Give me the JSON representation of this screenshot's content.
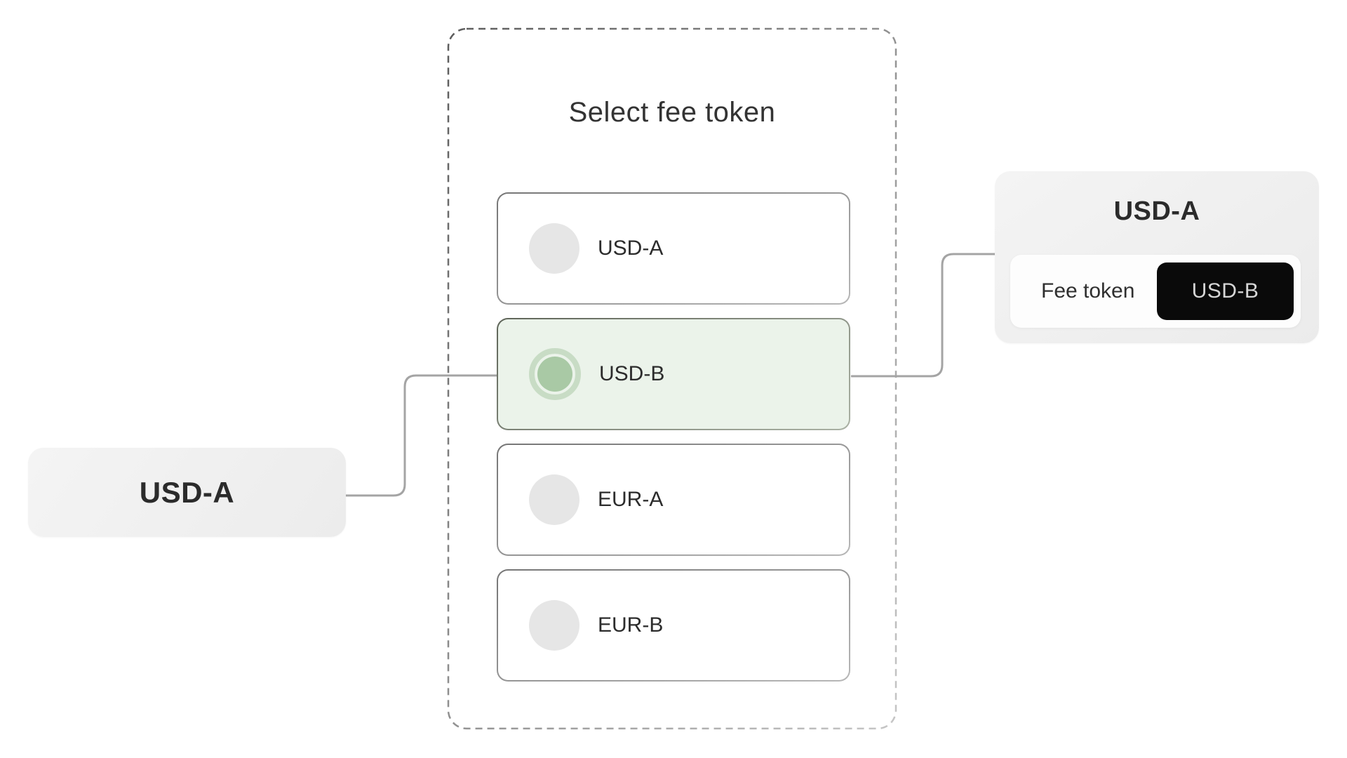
{
  "selector": {
    "title": "Select fee token",
    "options": [
      {
        "label": "USD-A",
        "selected": false
      },
      {
        "label": "USD-B",
        "selected": true
      },
      {
        "label": "EUR-A",
        "selected": false
      },
      {
        "label": "EUR-B",
        "selected": false
      }
    ]
  },
  "source_card": {
    "label": "USD-A"
  },
  "result_card": {
    "title": "USD-A",
    "fee_label": "Fee token",
    "fee_value": "USD-B"
  },
  "colors": {
    "selected_fill": "#ebf3ea",
    "radio_ring": "#c8dcc5",
    "radio_dot": "#a9c9a5",
    "badge_bg": "#0a0a0a",
    "badge_text": "#d6d6d6",
    "connector": "#a4a4a4",
    "dash_dark": "#5c5c5c",
    "dash_light": "#c6c6c6"
  }
}
